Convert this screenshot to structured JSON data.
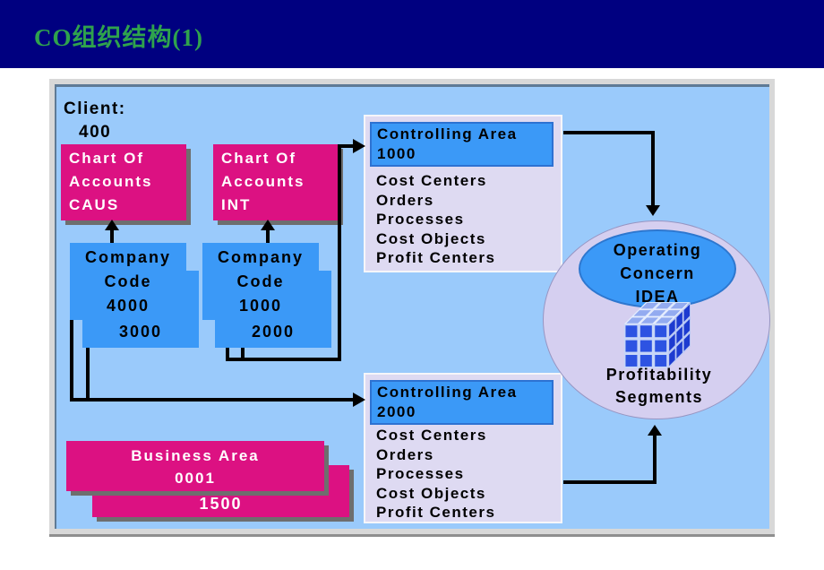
{
  "slide": {
    "title": "CO组织结构(1)"
  },
  "client": {
    "label": "Client:",
    "value": "400"
  },
  "chart_of_accounts": [
    {
      "line1": "Chart Of",
      "line2": "Accounts",
      "line3": "CAUS"
    },
    {
      "line1": "Chart Of",
      "line2": "Accounts",
      "line3": "INT"
    }
  ],
  "company_codes": [
    {
      "line1": "Company",
      "line2": "Code",
      "line3": "4000",
      "back_value": "3000"
    },
    {
      "line1": "Company",
      "line2": "Code",
      "line3": "1000",
      "back_value": "2000"
    }
  ],
  "controlling_areas": [
    {
      "title": "Controlling Area",
      "code": "1000",
      "items": [
        "Cost Centers",
        "Orders",
        "Processes",
        "Cost Objects",
        "Profit Centers"
      ]
    },
    {
      "title": "Controlling Area",
      "code": "2000",
      "items": [
        "Cost Centers",
        "Orders",
        "Processes",
        "Cost Objects",
        "Profit Centers"
      ]
    }
  ],
  "operating_concern": {
    "line1": "Operating",
    "line2": "Concern",
    "line3": "IDEA",
    "caption1": "Profitability",
    "caption2": "Segments"
  },
  "business_area": {
    "line1": "Business Area",
    "line2": "0001",
    "back_value": "1500"
  },
  "colors": {
    "header_bg": "#000080",
    "title_green": "#2FA24D",
    "panel_blue": "#9ACAFB",
    "box_blue": "#3B99F7",
    "magenta": "#DC1182",
    "lavender_panel": "#DEDAF2",
    "ellipse_lavender": "#D5CFF0",
    "connector": "#000000"
  }
}
